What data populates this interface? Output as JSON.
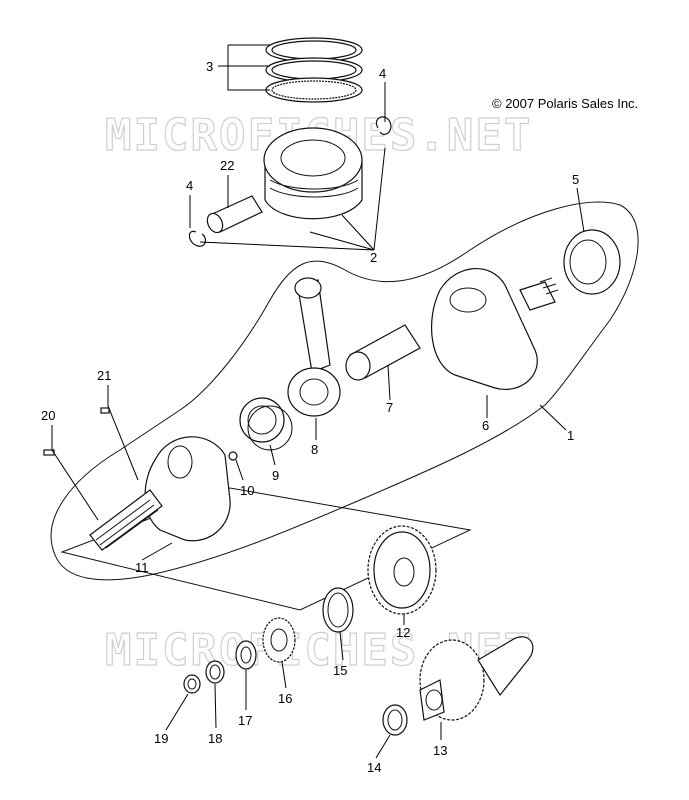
{
  "copyright": "© 2007  Polaris Sales Inc.",
  "watermark": "MICROFICHES.NET",
  "callouts": {
    "c1": "1",
    "c2": "2",
    "c3": "3",
    "c4a": "4",
    "c4b": "4",
    "c5": "5",
    "c6": "6",
    "c7": "7",
    "c8": "8",
    "c9": "9",
    "c10": "10",
    "c11": "11",
    "c12": "12",
    "c13": "13",
    "c14": "14",
    "c15": "15",
    "c16": "16",
    "c17": "17",
    "c18": "18",
    "c19": "19",
    "c20": "20",
    "c21": "21",
    "c22": "22"
  }
}
